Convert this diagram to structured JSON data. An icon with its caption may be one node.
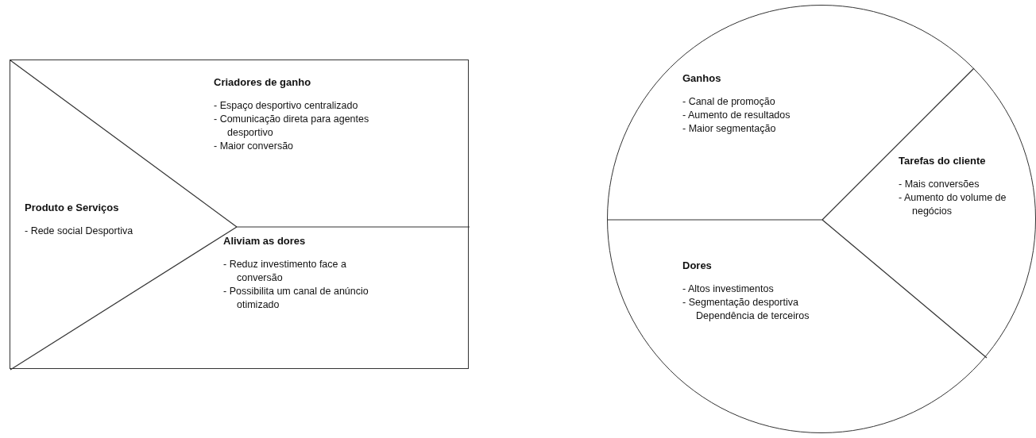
{
  "diagram": {
    "nodes": [
      {
        "text": [],
        "shape": "box"
      },
      {
        "text": [
          "Produto e Serviços",
          "- Rede social Desportiva"
        ],
        "in": 0
      },
      {
        "text": [
          "Criadores de ganho",
          "- Espaço desportivo centralizado",
          "- Comunicação direta para agentes desportivo",
          "- Maior conversão"
        ],
        "in": 0
      },
      {
        "text": [
          "Aliviam as dores",
          "- Reduz investimento face a conversão",
          "- Possibilita um canal de anúncio otimizado"
        ],
        "in": 0
      },
      {
        "text": [],
        "shape": "circle"
      },
      {
        "text": [
          "Ganhos",
          "- Canal de promoção",
          "- Aumento de resultados",
          "- Maior segmentação"
        ],
        "in": 4
      },
      {
        "text": [
          "Tarefas do cliente",
          "- Mais conversões",
          "- Aumento do volume de negócios"
        ],
        "in": 4
      },
      {
        "text": [
          "Dores",
          "- Altos investimentos",
          "- Segmentação desportiva",
          "Dependência de terceiros"
        ],
        "in": 4
      }
    ],
    "edges": []
  }
}
